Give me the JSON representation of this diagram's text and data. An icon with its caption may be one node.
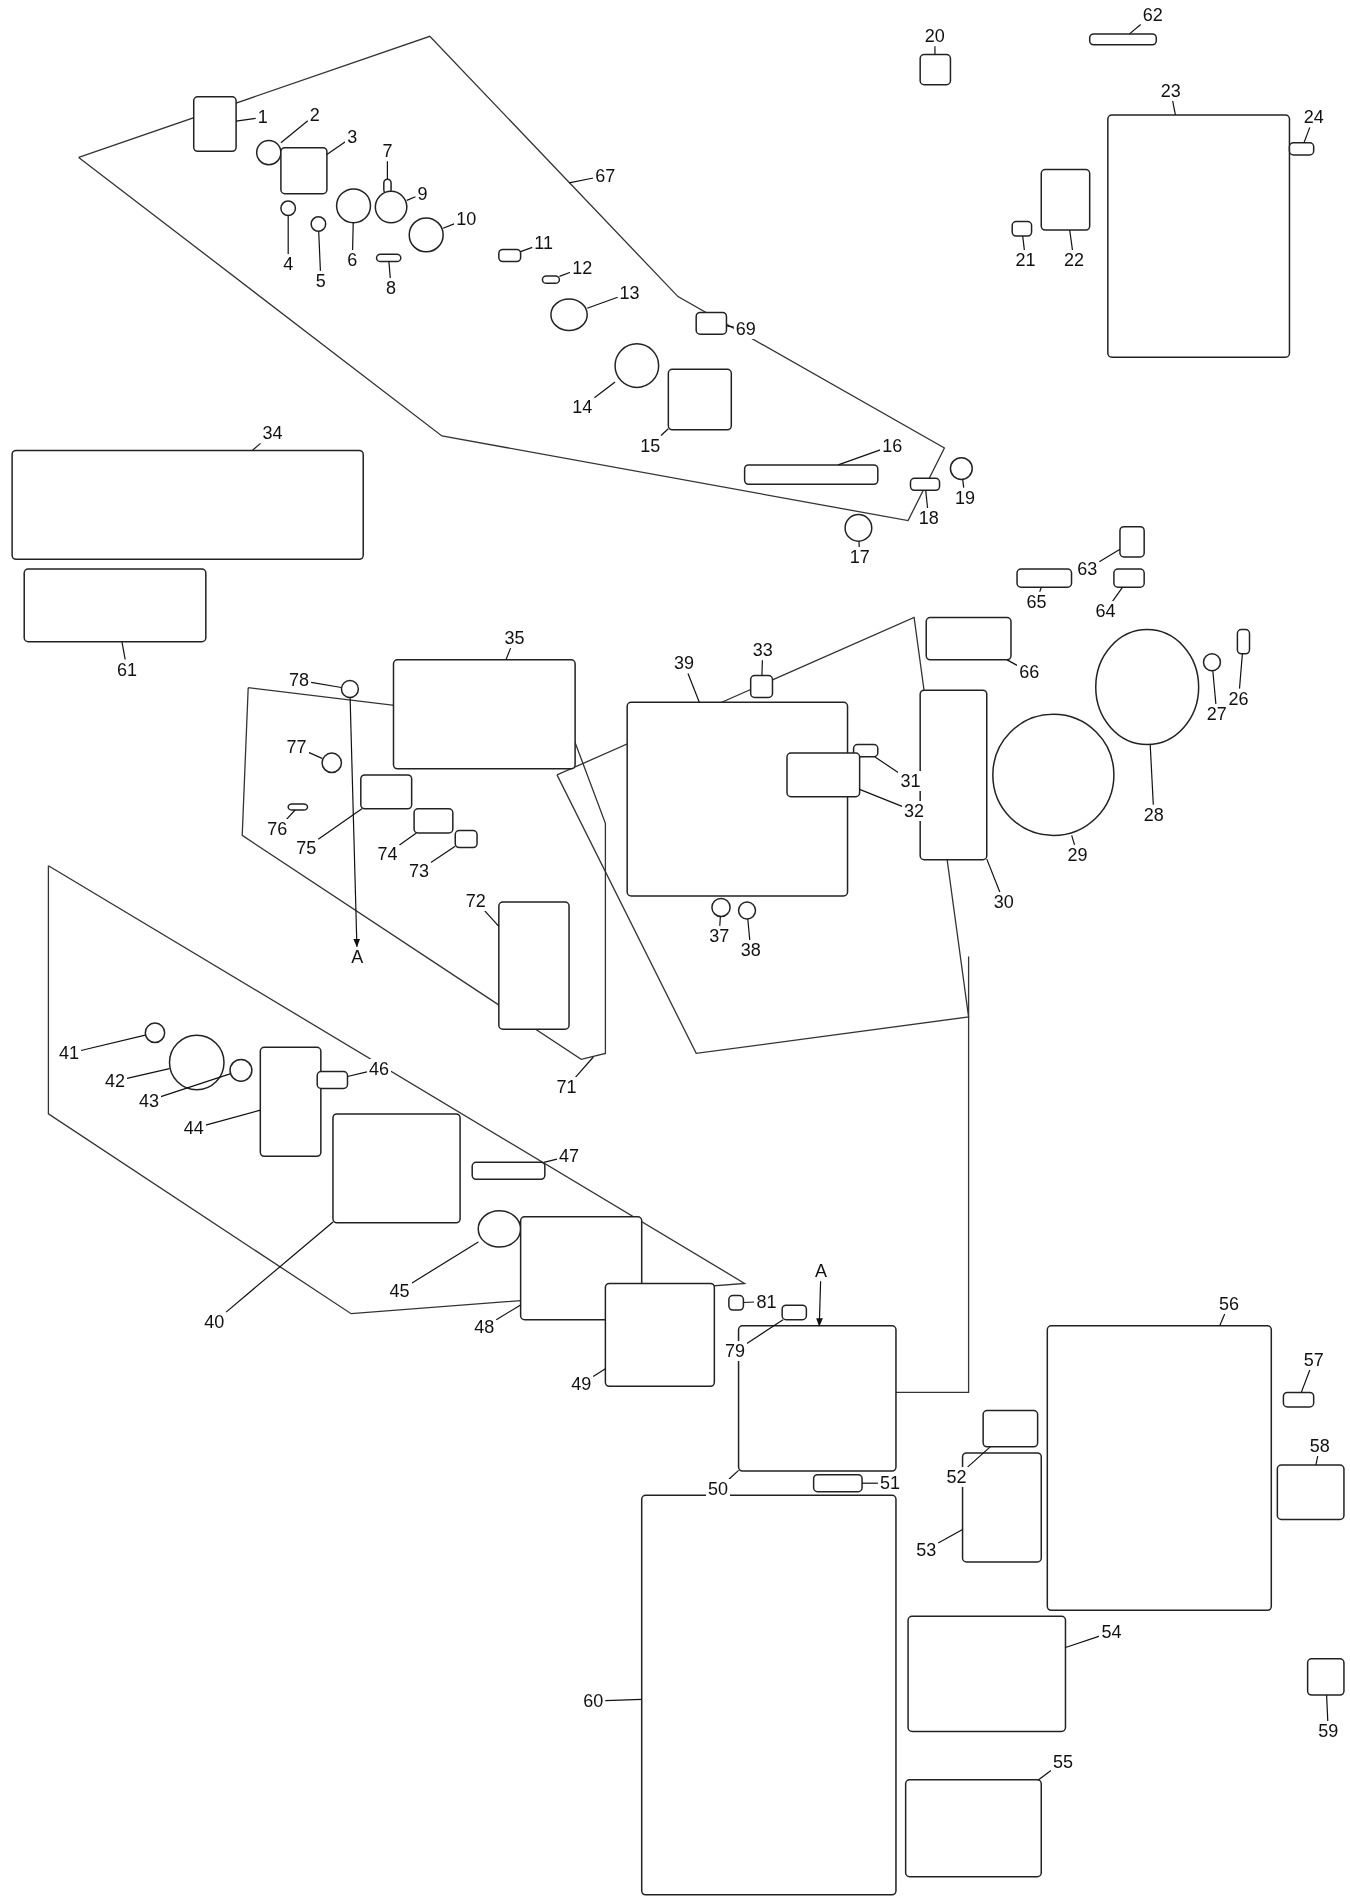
{
  "diagram": {
    "nodes": [
      {
        "text": [
          "1"
        ]
      },
      {
        "text": [
          "2"
        ]
      },
      {
        "text": [
          "3"
        ]
      },
      {
        "text": [
          "7"
        ]
      },
      {
        "text": [
          "67"
        ]
      },
      {
        "text": [
          "9"
        ]
      },
      {
        "text": [
          "10"
        ]
      },
      {
        "text": [
          "4"
        ]
      },
      {
        "text": [
          "5"
        ]
      },
      {
        "text": [
          "6"
        ]
      },
      {
        "text": [
          "11"
        ]
      },
      {
        "text": [
          "12"
        ]
      },
      {
        "text": [
          "8"
        ]
      },
      {
        "text": [
          "13"
        ]
      },
      {
        "text": [
          "14"
        ]
      },
      {
        "text": [
          "15"
        ]
      },
      {
        "text": [
          "16"
        ]
      },
      {
        "text": [
          "17"
        ]
      },
      {
        "text": [
          "18"
        ]
      },
      {
        "text": [
          "19"
        ]
      },
      {
        "text": [
          "20"
        ]
      },
      {
        "text": [
          "62"
        ]
      },
      {
        "text": [
          "23"
        ]
      },
      {
        "text": [
          "24"
        ]
      },
      {
        "text": [
          "21"
        ]
      },
      {
        "text": [
          "22"
        ]
      },
      {
        "text": [
          "34"
        ]
      },
      {
        "text": [
          "61"
        ]
      },
      {
        "text": [
          "35"
        ]
      },
      {
        "text": [
          "78"
        ]
      },
      {
        "text": [
          "77"
        ]
      },
      {
        "text": [
          "76"
        ]
      },
      {
        "text": [
          "75"
        ]
      },
      {
        "text": [
          "74"
        ]
      },
      {
        "text": [
          "73"
        ]
      },
      {
        "text": [
          "71"
        ]
      },
      {
        "text": [
          "72"
        ]
      },
      {
        "text": [
          "33"
        ]
      },
      {
        "text": [
          "39"
        ]
      },
      {
        "text": [
          "31"
        ]
      },
      {
        "text": [
          "32"
        ]
      },
      {
        "text": [
          "66"
        ]
      },
      {
        "text": [
          "63"
        ]
      },
      {
        "text": [
          "64"
        ]
      },
      {
        "text": [
          "65"
        ]
      },
      {
        "text": [
          "27"
        ]
      },
      {
        "text": [
          "26"
        ]
      },
      {
        "text": [
          "28"
        ]
      },
      {
        "text": [
          "29"
        ]
      },
      {
        "text": [
          "30"
        ]
      },
      {
        "text": [
          "37"
        ]
      },
      {
        "text": [
          "38"
        ]
      },
      {
        "text": [
          "A"
        ]
      },
      {
        "text": [
          "41"
        ]
      },
      {
        "text": [
          "42"
        ]
      },
      {
        "text": [
          "43"
        ]
      },
      {
        "text": [
          "44"
        ]
      },
      {
        "text": [
          "46"
        ]
      },
      {
        "text": [
          "47"
        ]
      },
      {
        "text": [
          "40"
        ]
      },
      {
        "text": [
          "45"
        ]
      },
      {
        "text": [
          "48"
        ]
      },
      {
        "text": [
          "49"
        ]
      },
      {
        "text": [
          "81"
        ]
      },
      {
        "text": [
          "79"
        ]
      },
      {
        "text": [
          "A"
        ]
      },
      {
        "text": [
          "50"
        ]
      },
      {
        "text": [
          "51"
        ]
      },
      {
        "text": [
          "52"
        ]
      },
      {
        "text": [
          "53"
        ]
      },
      {
        "text": [
          "54"
        ]
      },
      {
        "text": [
          "55"
        ]
      },
      {
        "text": [
          "56"
        ]
      },
      {
        "text": [
          "57"
        ]
      },
      {
        "text": [
          "58"
        ]
      },
      {
        "text": [
          "59"
        ]
      },
      {
        "text": [
          "60"
        ]
      },
      {
        "text": [
          "69"
        ]
      },
      {
        "text": [],
        "shape": "box"
      },
      {
        "text": [],
        "shape": "circle"
      },
      {
        "text": [],
        "shape": "box"
      },
      {
        "text": [],
        "shape": "box"
      },
      {
        "text": [],
        "shape": "circle"
      },
      {
        "text": [],
        "shape": "circle"
      },
      {
        "text": [],
        "shape": "circle"
      },
      {
        "text": [],
        "shape": "circle"
      },
      {
        "text": [],
        "shape": "circle"
      },
      {
        "text": [],
        "shape": "box"
      },
      {
        "text": [],
        "shape": "box"
      },
      {
        "text": [],
        "shape": "box"
      },
      {
        "text": [],
        "shape": "circle"
      },
      {
        "text": [],
        "shape": "circle"
      },
      {
        "text": [],
        "shape": "box"
      },
      {
        "text": [],
        "shape": "box"
      },
      {
        "text": [],
        "shape": "box"
      },
      {
        "text": [],
        "shape": "circle"
      },
      {
        "text": [],
        "shape": "box"
      },
      {
        "text": [],
        "shape": "circle"
      },
      {
        "text": [],
        "shape": "box"
      },
      {
        "text": [],
        "shape": "box"
      },
      {
        "text": [],
        "shape": "box"
      },
      {
        "text": [],
        "shape": "box"
      },
      {
        "text": [],
        "shape": "box"
      },
      {
        "text": [],
        "shape": "box"
      },
      {
        "text": [],
        "shape": "box"
      },
      {
        "text": [],
        "shape": "box"
      },
      {
        "text": [],
        "shape": "box"
      },
      {
        "text": [],
        "shape": "circle"
      },
      {
        "text": [],
        "shape": "circle"
      },
      {
        "text": [],
        "shape": "box"
      },
      {
        "text": [],
        "shape": "box"
      },
      {
        "text": [],
        "shape": "box"
      },
      {
        "text": [],
        "shape": "box"
      },
      {
        "text": [],
        "shape": "box"
      },
      {
        "text": [],
        "shape": "box"
      },
      {
        "text": [],
        "shape": "box"
      },
      {
        "text": [],
        "shape": "box"
      },
      {
        "text": [],
        "shape": "box"
      },
      {
        "text": [],
        "shape": "box"
      },
      {
        "text": [],
        "shape": "box"
      },
      {
        "text": [],
        "shape": "box"
      },
      {
        "text": [],
        "shape": "circle"
      },
      {
        "text": [],
        "shape": "box"
      },
      {
        "text": [],
        "shape": "circle"
      },
      {
        "text": [],
        "shape": "circle"
      },
      {
        "text": [],
        "shape": "box"
      },
      {
        "text": [],
        "shape": "circle"
      },
      {
        "text": [],
        "shape": "circle"
      },
      {
        "text": [],
        "shape": "circle"
      },
      {
        "text": [],
        "shape": "circle"
      },
      {
        "text": [],
        "shape": "circle"
      },
      {
        "text": [],
        "shape": "box"
      },
      {
        "text": [],
        "shape": "box"
      },
      {
        "text": [],
        "shape": "box"
      },
      {
        "text": [],
        "shape": "box"
      },
      {
        "text": [],
        "shape": "circle"
      },
      {
        "text": [],
        "shape": "box"
      },
      {
        "text": [],
        "shape": "box"
      },
      {
        "text": [],
        "shape": "box"
      },
      {
        "text": [],
        "shape": "box"
      },
      {
        "text": [],
        "shape": "box"
      },
      {
        "text": [],
        "shape": "box"
      },
      {
        "text": [],
        "shape": "box"
      },
      {
        "text": [],
        "shape": "box"
      },
      {
        "text": [],
        "shape": "box"
      },
      {
        "text": [],
        "shape": "box"
      },
      {
        "text": [],
        "shape": "box"
      },
      {
        "text": [],
        "shape": "box"
      },
      {
        "text": [],
        "shape": "box"
      },
      {
        "text": [],
        "shape": "box"
      },
      {
        "text": [],
        "shape": "box"
      },
      {
        "text": [],
        "shape": "box"
      }
    ],
    "edges": [
      {
        "from": 0,
        "to": 78,
        "arrow": "none"
      },
      {
        "from": 1,
        "to": 79,
        "arrow": "none"
      },
      {
        "from": 2,
        "to": 80,
        "arrow": "none"
      },
      {
        "from": 3,
        "to": 81,
        "arrow": "none"
      },
      {
        "from": 4,
        "to": null,
        "arrow": "none"
      },
      {
        "from": 5,
        "to": 82,
        "arrow": "none"
      },
      {
        "from": 6,
        "to": 86,
        "arrow": "none"
      },
      {
        "from": 7,
        "to": 84,
        "arrow": "none"
      },
      {
        "from": 8,
        "to": 85,
        "arrow": "none"
      },
      {
        "from": 9,
        "to": 83,
        "arrow": "none"
      },
      {
        "from": 10,
        "to": 87,
        "arrow": "none"
      },
      {
        "from": 11,
        "to": 88,
        "arrow": "none"
      },
      {
        "from": 12,
        "to": 89,
        "arrow": "none"
      },
      {
        "from": 13,
        "to": 90,
        "arrow": "none"
      },
      {
        "from": 14,
        "to": 91,
        "arrow": "none"
      },
      {
        "from": 15,
        "to": 93,
        "arrow": "none"
      },
      {
        "from": 16,
        "to": 94,
        "arrow": "none"
      },
      {
        "from": 17,
        "to": 95,
        "arrow": "none"
      },
      {
        "from": 18,
        "to": 96,
        "arrow": "none"
      },
      {
        "from": 19,
        "to": 97,
        "arrow": "none"
      },
      {
        "from": 20,
        "to": 98,
        "arrow": "none"
      },
      {
        "from": 21,
        "to": 99,
        "arrow": "none"
      },
      {
        "from": 22,
        "to": 100,
        "arrow": "none"
      },
      {
        "from": 23,
        "to": 101,
        "arrow": "none"
      },
      {
        "from": 24,
        "to": 102,
        "arrow": "none"
      },
      {
        "from": 25,
        "to": 103,
        "arrow": "none"
      },
      {
        "from": 26,
        "to": 104,
        "arrow": "none"
      },
      {
        "from": 27,
        "to": 105,
        "arrow": "none"
      },
      {
        "from": 28,
        "to": 106,
        "arrow": "none"
      },
      {
        "from": 29,
        "to": 107,
        "arrow": "none"
      },
      {
        "from": 30,
        "to": 108,
        "arrow": "none"
      },
      {
        "from": 31,
        "to": 151,
        "arrow": "none"
      },
      {
        "from": 32,
        "to": 109,
        "arrow": "none"
      },
      {
        "from": 33,
        "to": 110,
        "arrow": "none"
      },
      {
        "from": 34,
        "to": 111,
        "arrow": "none"
      },
      {
        "from": 35,
        "to": null,
        "arrow": "none"
      },
      {
        "from": 36,
        "to": 112,
        "arrow": "none"
      },
      {
        "from": 37,
        "to": 113,
        "arrow": "none"
      },
      {
        "from": 38,
        "to": 114,
        "arrow": "none"
      },
      {
        "from": 39,
        "to": 115,
        "arrow": "none"
      },
      {
        "from": 40,
        "to": 116,
        "arrow": "none"
      },
      {
        "from": 41,
        "to": 117,
        "arrow": "none"
      },
      {
        "from": 42,
        "to": 118,
        "arrow": "none"
      },
      {
        "from": 43,
        "to": 119,
        "arrow": "none"
      },
      {
        "from": 44,
        "to": 120,
        "arrow": "none"
      },
      {
        "from": 45,
        "to": 121,
        "arrow": "none"
      },
      {
        "from": 46,
        "to": 122,
        "arrow": "none"
      },
      {
        "from": 47,
        "to": 123,
        "arrow": "none"
      },
      {
        "from": 48,
        "to": 124,
        "arrow": "none"
      },
      {
        "from": 49,
        "to": 125,
        "arrow": "none"
      },
      {
        "from": 50,
        "to": 126,
        "arrow": "none"
      },
      {
        "from": 51,
        "to": 127,
        "arrow": "none"
      },
      {
        "from": 107,
        "to": 52,
        "arrow": "to"
      },
      {
        "from": 53,
        "to": 128,
        "arrow": "none"
      },
      {
        "from": 54,
        "to": 129,
        "arrow": "none"
      },
      {
        "from": 55,
        "to": 130,
        "arrow": "none"
      },
      {
        "from": 56,
        "to": 131,
        "arrow": "none"
      },
      {
        "from": 57,
        "to": 132,
        "arrow": "none"
      },
      {
        "from": 58,
        "to": 134,
        "arrow": "none"
      },
      {
        "from": 59,
        "to": 133,
        "arrow": "none"
      },
      {
        "from": 60,
        "to": 135,
        "arrow": "none"
      },
      {
        "from": 61,
        "to": 136,
        "arrow": "none"
      },
      {
        "from": 62,
        "to": 137,
        "arrow": "none"
      },
      {
        "from": 63,
        "to": 138,
        "arrow": "none"
      },
      {
        "from": 64,
        "to": 139,
        "arrow": "none"
      },
      {
        "from": 65,
        "to": 140,
        "arrow": "to"
      },
      {
        "from": 66,
        "to": 140,
        "arrow": "none"
      },
      {
        "from": 67,
        "to": 141,
        "arrow": "none"
      },
      {
        "from": 68,
        "to": 142,
        "arrow": "none"
      },
      {
        "from": 69,
        "to": 143,
        "arrow": "none"
      },
      {
        "from": 70,
        "to": 144,
        "arrow": "none"
      },
      {
        "from": 71,
        "to": 145,
        "arrow": "none"
      },
      {
        "from": 72,
        "to": 146,
        "arrow": "none"
      },
      {
        "from": 73,
        "to": 147,
        "arrow": "none"
      },
      {
        "from": 74,
        "to": 148,
        "arrow": "none"
      },
      {
        "from": 75,
        "to": 149,
        "arrow": "none"
      },
      {
        "from": 76,
        "to": 150,
        "arrow": "none"
      },
      {
        "from": 77,
        "to": 92,
        "arrow": "none"
      }
    ]
  }
}
